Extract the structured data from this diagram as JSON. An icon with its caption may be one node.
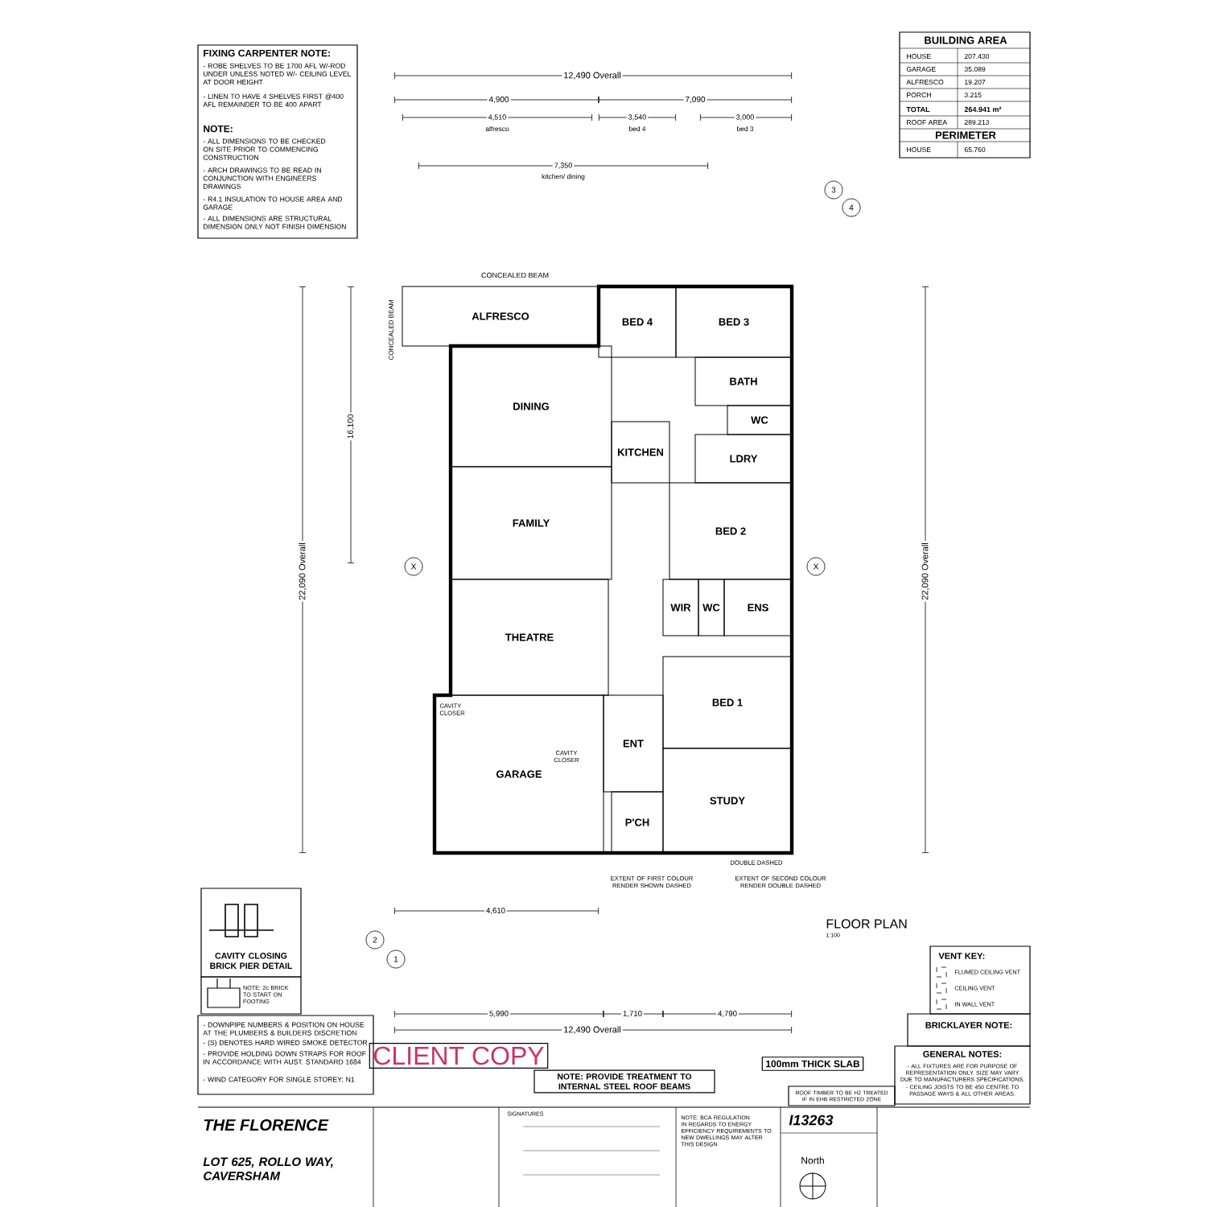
{
  "diagram": {
    "nodes": [
      {
        "text": [
          "ALFRESCO"
        ]
      },
      {
        "text": [
          "BED 4"
        ]
      },
      {
        "text": [
          "BED 3"
        ]
      },
      {
        "text": [
          "DINING"
        ]
      },
      {
        "text": [
          "KITCHEN"
        ]
      },
      {
        "text": [
          "BATH"
        ]
      },
      {
        "text": [
          "WC"
        ]
      },
      {
        "text": [
          "LDRY"
        ]
      },
      {
        "text": [
          "FAMILY"
        ]
      },
      {
        "text": [
          "BED 2"
        ]
      },
      {
        "text": [
          "WIR"
        ]
      },
      {
        "text": [
          "WC"
        ]
      },
      {
        "text": [
          "ENS"
        ]
      },
      {
        "text": [
          "THEATRE"
        ]
      },
      {
        "text": [
          "BED 1"
        ]
      },
      {
        "text": [
          "GARAGE"
        ]
      },
      {
        "text": [
          "ENT"
        ]
      },
      {
        "text": [
          "P'CH"
        ]
      },
      {
        "text": [
          "STUDY"
        ]
      }
    ],
    "labels": [
      "FIXING CARPENTER NOTE:",
      "- ROBE SHELVES TO BE 1700 AFL W/-ROD UNDER UNLESS NOTED W/- CEILING LEVEL AT DOOR HEIGHT",
      "- LINEN TO HAVE 4 SHELVES FIRST @400 AFL REMAINDER TO BE 400 APART",
      "NOTE:",
      "- ALL DIMENSIONS TO BE CHECKED ON SITE PRIOR TO COMMENCING CONSTRUCTION",
      "- ARCH DRAWINGS TO BE READ IN CONJUNCTION WITH ENGINEERS DRAWINGS",
      "- R4.1 INSULATION TO HOUSE AREA AND GARAGE",
      "- ALL DIMENSIONS ARE STRUCTURAL DIMENSION ONLY NOT FINISH DIMENSION",
      "BUILDING AREA",
      "HOUSE",
      "207.430",
      "GARAGE",
      "35.089",
      "ALFRESCO",
      "19.207",
      "PORCH",
      "3.215",
      "TOTAL",
      "264.941 m²",
      "ROOF AREA",
      "289.213",
      "PERIMETER",
      "HOUSE",
      "65.760",
      "12,490 Overall",
      "4,900",
      "7,090",
      "4,510",
      "alfresco",
      "3,540",
      "bed 4",
      "3,000",
      "bed 3",
      "7,350",
      "kitchen/ dining",
      "22,090 Overall",
      "16,100",
      "22,090 Overall",
      "12,490 Overall",
      "4,610",
      "5,990",
      "1,710",
      "4,790",
      "EXTENT OF FIRST COLOUR RENDER SHOWN DASHED",
      "EXTENT OF SECOND COLOUR RENDER DOUBLE DASHED",
      "DOUBLE DASHED",
      "CONCEALED BEAM",
      "CONCEALED BEAM",
      "CAVITY CLOSER",
      "CAVITY CLOSER",
      "CAVITY CLOSING BRICK PIER DETAIL",
      "NOTE: 2c BRICK TO START ON FOOTING",
      "- DOWNPIPE NUMBERS & POSITION ON HOUSE AT THE PLUMBERS & BUILDERS DISCRETION",
      "- (S) DENOTES HARD WIRED SMOKE DETECTOR",
      "- PROVIDE HOLDING DOWN STRAPS FOR ROOF IN ACCORDANCE WITH AUST. STANDARD 1684",
      "- WIND CATEGORY FOR SINGLE STOREY: N1",
      "CLIENT COPY",
      "NOTE: PROVIDE TREATMENT TO INTERNAL STEEL ROOF BEAMS",
      "100mm THICK SLAB",
      "FLOOR PLAN",
      "1:100",
      "VENT KEY:",
      "FLUMED CEILING VENT",
      "CEILING VENT",
      "IN WALL VENT",
      "BRICKLAYER NOTE:",
      "GENERAL NOTES:",
      "- ALL FIXTURES ARE FOR PURPOSE OF REPRESENTATION ONLY. SIZE MAY VARY DUE TO MANUFACTURERS SPECIFICATIONS.",
      "- CEILING JOISTS TO BE 450 CENTRE TO PASSAGE WAYS & ALL OTHER AREAS.",
      "ROOF TIMBER TO BE H2 TREATED IF IN EHB RESTRICTED ZONE",
      "THE FLORENCE",
      "LOT 625, ROLLO WAY, CAVERSHAM",
      "SIGNATURES",
      "NOTE: BCA REGULATION IN REGARDS TO ENERGY EFFICIENCY REQUIREMENTS TO NEW DWELLINGS MAY ALTER THIS DESIGN",
      "I13263",
      "North",
      "3",
      "4",
      "2",
      "1",
      "X",
      "X"
    ]
  }
}
